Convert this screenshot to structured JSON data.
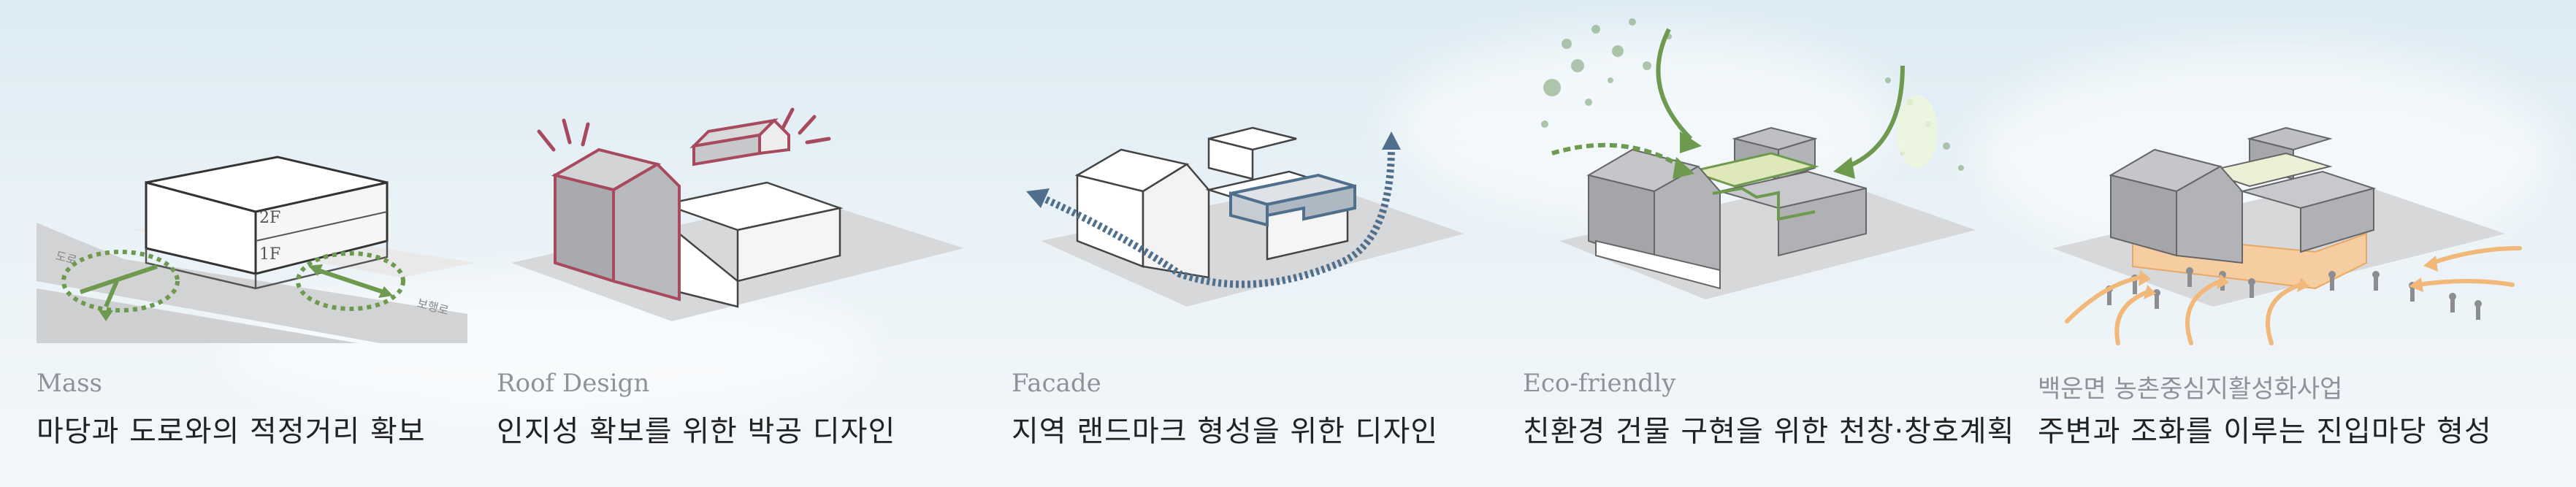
{
  "panels": [
    {
      "sub": "Mass",
      "main": "마당과 도로와의 적정거리 확보",
      "floor_upper": "2F",
      "floor_lower": "1F",
      "road_left": "도로",
      "road_right": "보행로"
    },
    {
      "sub": "Roof Design",
      "main": "인지성 확보를 위한 박공 디자인"
    },
    {
      "sub": "Facade",
      "main": "지역 랜드마크 형성을 위한 디자인"
    },
    {
      "sub": "Eco-friendly",
      "main": "친환경 건물 구현을 위한 천창·창호계획"
    },
    {
      "sub": "백운면 농촌중심지활성화사업",
      "main": "주변과 조화를 이루는 진입마당 형성"
    }
  ],
  "colors": {
    "green": "#6e9a4f",
    "red": "#a84a5e",
    "blue": "#4f6f8c",
    "orange": "#f2b879",
    "grey_block": "#b9babd",
    "ground": "#d7d8da"
  }
}
